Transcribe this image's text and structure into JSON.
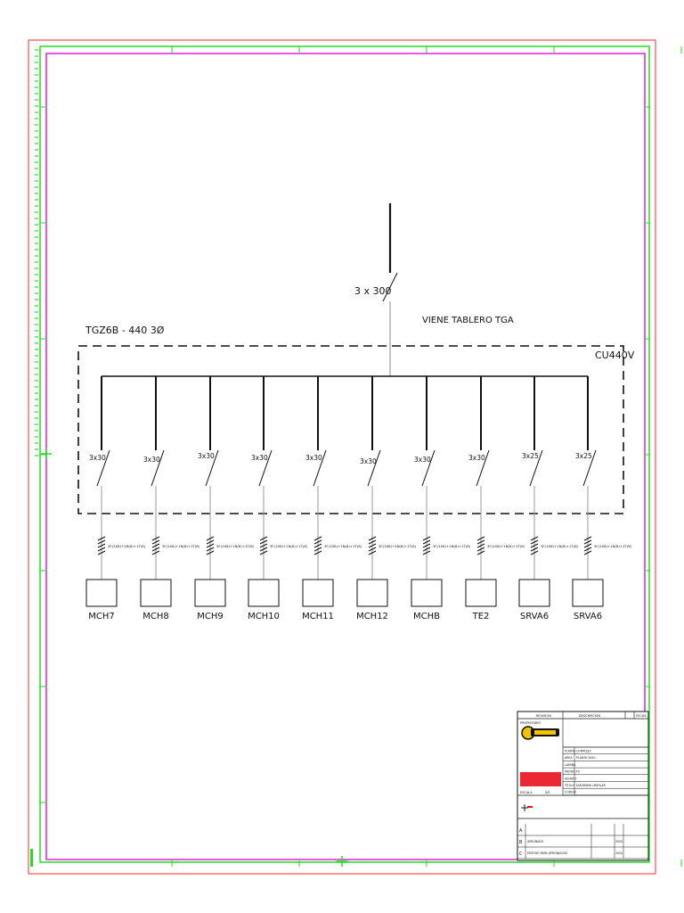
{
  "diagram": {
    "incoming_breaker": "3 x 300",
    "source_label": "VIENE TABLERO TGA",
    "panel_name": "TGZ6B - 440 3Ø",
    "bus_label": "CU440V",
    "circuits": [
      {
        "breaker": "3x30",
        "cable": "3F(1X8)+1N(8)+1T(8)",
        "load": "MCH7"
      },
      {
        "breaker": "3x30",
        "cable": "3F(1X8)+1N(8)+1T(8)",
        "load": "MCH8"
      },
      {
        "breaker": "3x30",
        "cable": "3F(1X8)+1N(8)+1T(8)",
        "load": "MCH9"
      },
      {
        "breaker": "3x30",
        "cable": "3F(1X8)+1N(8)+1T(8)",
        "load": "MCH10"
      },
      {
        "breaker": "3x30",
        "cable": "3F(1X8)+1N(8)+1T(8)",
        "load": "MCH11"
      },
      {
        "breaker": "3x30",
        "cable": "3F(1X8)+1N(8)+1T(8)",
        "load": "MCH12"
      },
      {
        "breaker": "3x30",
        "cable": "3F(1X8)+1N(8)+1T(8)",
        "load": "MCHB"
      },
      {
        "breaker": "3x30",
        "cable": "3F(1X8)+1N(8)+1T(8)",
        "load": "TE2"
      },
      {
        "breaker": "3x25",
        "cable": "3F(1X8)+1N(8)+1T(8)",
        "load": "SRVA6"
      },
      {
        "breaker": "3x25",
        "cable": "3F(1X8)+1N(8)+1T(8)",
        "load": "SRVA6"
      }
    ]
  },
  "title_block": {
    "header_left": "REVISION",
    "header_mid": "DESCRIPCION",
    "header_right": "FECHA",
    "owner_label": "PROPIETARIO",
    "project_rows": [
      {
        "label": "PLANTA",
        "value": "COMPLEJO"
      },
      {
        "label": "AREA",
        "value": "PLANTA 3000"
      },
      {
        "label": "LAMINA",
        "value": ""
      },
      {
        "label": "PROYECTO",
        "value": ""
      },
      {
        "label": "ASUNTO",
        "value": ""
      },
      {
        "label": "TITULO",
        "value": "DIAGRAMA UNIFILAR"
      },
      {
        "label": "CODIGO",
        "value": ""
      }
    ],
    "scale_label": "ESCALA",
    "scale_value": "S/E",
    "rev_rows": [
      {
        "rev": "A",
        "desc": "",
        "code": ""
      },
      {
        "rev": "B",
        "desc": "APROBADO",
        "code": "2020"
      },
      {
        "rev": "C",
        "desc": "EMITIDO PARA APROBACION",
        "code": "2020"
      }
    ],
    "colors": {
      "red": "#e8101c",
      "blue": "#1a22c8",
      "yellow": "#f2c400"
    }
  },
  "colors": {
    "outer_border": "#ff2a2a",
    "green_frame": "#22dd22",
    "magenta_frame": "#dd22dd",
    "line": "#111111"
  }
}
